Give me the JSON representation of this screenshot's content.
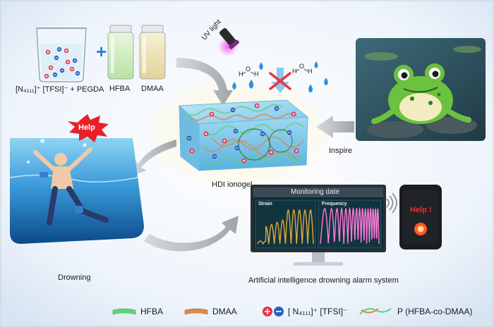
{
  "reagents": {
    "beaker_label": "[N₄₁₁₁]⁺ [TFSI]⁻ + PEGDA",
    "plus": "+",
    "vial1_label": "HFBA",
    "vial2_label": "DMAA",
    "uv_label": "UV light"
  },
  "water_labels": {
    "h": "H",
    "o": "O"
  },
  "center": {
    "ionogel_label": "HDI ionogel",
    "inspire_label": "Inspire"
  },
  "drowning": {
    "help_label": "Help",
    "label": "Drowning"
  },
  "system": {
    "monitor_title": "Monitoring date",
    "panel_strain": "Strain",
    "panel_frequency": "Frequency",
    "phone_text": "Help !",
    "label": "Artificial intelligence drowning alarm system"
  },
  "legend": {
    "hfba": "HFBA",
    "dmaa": "DMAA",
    "ions_label": "[ N₄₁₁₁]⁺ [TFSI]⁻",
    "copolymer": "P (HFBA-co-DMAA)"
  },
  "colors": {
    "hfba": "#5fd27a",
    "dmaa": "#d98a4a",
    "cation": "#e8344a",
    "anion": "#2b5fbf",
    "water_drop": "#2f8fe0",
    "cross": "#e23a3a",
    "help_burst": "#e8202a",
    "monitor_bg": "#0f2a33",
    "wave_strain": "#e0a83a",
    "wave_freq": "#ff7ad9"
  },
  "icons": {
    "beaker": "beaker-icon",
    "vial": "vial-icon",
    "uv_lamp": "uv-lamp-icon",
    "water": "water-molecule-icon",
    "frog": "frog-icon",
    "swimmer": "swimmer-icon",
    "monitor": "monitor-icon",
    "phone": "phone-icon",
    "signal": "wireless-signal-icon"
  }
}
